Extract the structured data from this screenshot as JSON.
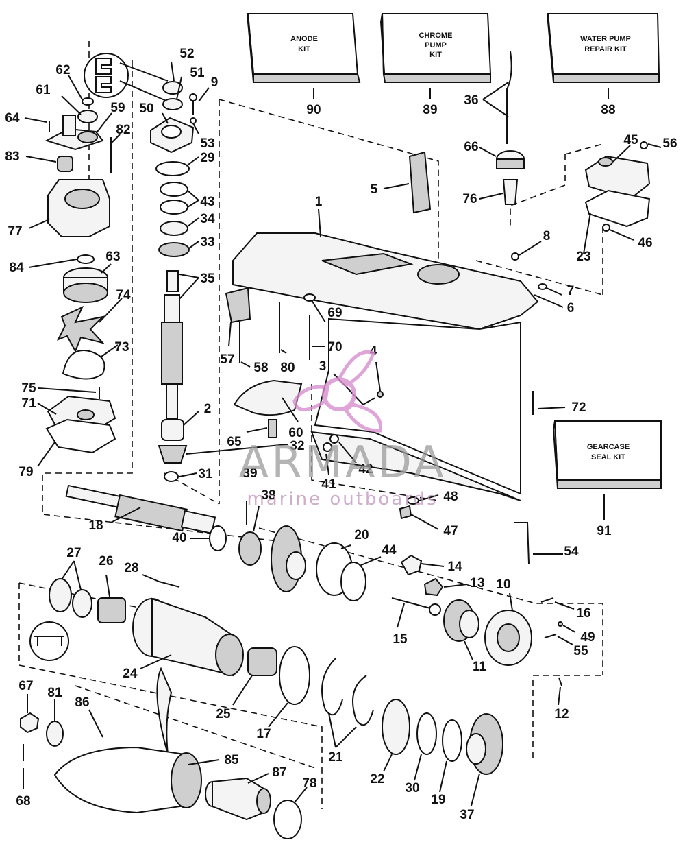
{
  "kits": [
    {
      "id": "anode-kit",
      "line1": "ANODE",
      "line2": "KIT",
      "line3": "",
      "number": "90"
    },
    {
      "id": "chrome-pump-kit",
      "line1": "CHROME",
      "line2": "PUMP",
      "line3": "KIT",
      "number": "89"
    },
    {
      "id": "water-pump-repair-kit",
      "line1": "WATER PUMP",
      "line2": "REPAIR KIT",
      "line3": "",
      "number": "88"
    },
    {
      "id": "gearcase-seal-kit",
      "line1": "GEARCASE",
      "line2": "SEAL KIT",
      "line3": "",
      "number": "91"
    }
  ],
  "callouts": {
    "c1": "1",
    "c2": "2",
    "c3": "3",
    "c4": "4",
    "c5": "5",
    "c6": "6",
    "c7": "7",
    "c8": "8",
    "c9": "9",
    "c10": "10",
    "c11": "11",
    "c12": "12",
    "c13": "13",
    "c14": "14",
    "c15": "15",
    "c16": "16",
    "c17": "17",
    "c18": "18",
    "c19": "19",
    "c20": "20",
    "c21": "21",
    "c22": "22",
    "c23": "23",
    "c24": "24",
    "c25": "25",
    "c26": "26",
    "c27": "27",
    "c28": "28",
    "c29": "29",
    "c30": "30",
    "c31": "31",
    "c32": "32",
    "c33": "33",
    "c34": "34",
    "c35": "35",
    "c36": "36",
    "c37": "37",
    "c38": "38",
    "c39": "39",
    "c40": "40",
    "c41": "41",
    "c42": "42",
    "c43": "43",
    "c44": "44",
    "c45": "45",
    "c46": "46",
    "c47": "47",
    "c48": "48",
    "c49": "49",
    "c50": "50",
    "c51": "51",
    "c52": "52",
    "c53": "53",
    "c54": "54",
    "c55": "55",
    "c56": "56",
    "c57": "57",
    "c58": "58",
    "c59": "59",
    "c60": "60",
    "c61": "61",
    "c62": "62",
    "c63": "63",
    "c64": "64",
    "c65": "65",
    "c66": "66",
    "c67": "67",
    "c68": "68",
    "c69": "69",
    "c70": "70",
    "c71": "71",
    "c72": "72",
    "c73": "73",
    "c74": "74",
    "c75": "75",
    "c76": "76",
    "c77": "77",
    "c78": "78",
    "c79": "79",
    "c80": "80",
    "c81": "81",
    "c82": "82",
    "c83": "83",
    "c84": "84",
    "c85": "85",
    "c86": "86",
    "c87": "87"
  },
  "watermark": {
    "title": "ARMADA",
    "subtitle": "marine outboards",
    "logo_color": "#d98fcf",
    "text_color": "#9b9b9b"
  }
}
